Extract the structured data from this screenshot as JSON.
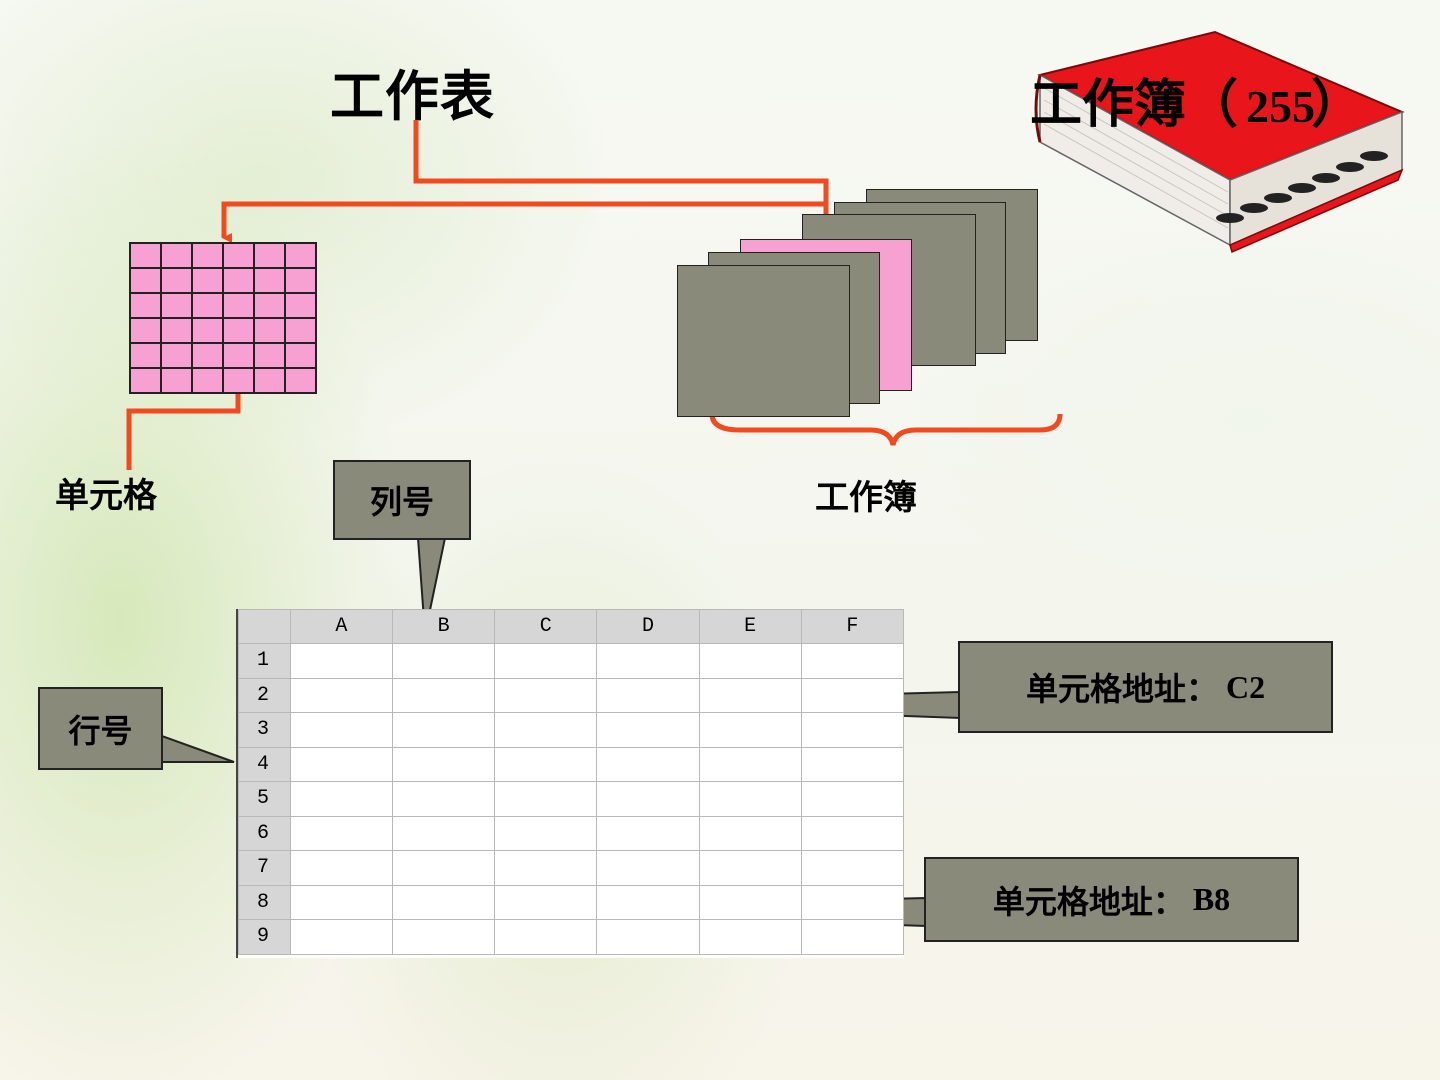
{
  "labels": {
    "worksheet": "工作表",
    "workbook_title": "工作簿（",
    "workbook_count": "255",
    "workbook_title_close": "）",
    "cell": "单元格",
    "workbook": "工作簿",
    "column_number": "列号",
    "row_number": "行号"
  },
  "callouts": [
    {
      "label": "单元格地址：",
      "value": "C2"
    },
    {
      "label": "单元格地址：",
      "value": "B8"
    }
  ],
  "spreadsheet": {
    "columns": [
      "A",
      "B",
      "C",
      "D",
      "E",
      "F"
    ],
    "rows": [
      "1",
      "2",
      "3",
      "4",
      "5",
      "6",
      "7",
      "8",
      "9"
    ]
  },
  "colors": {
    "arrow": "#f04a1e",
    "cell_pink": "#f7a0d2",
    "sheet_gray": "#8a8a7a",
    "book_red": "#e8151b"
  }
}
